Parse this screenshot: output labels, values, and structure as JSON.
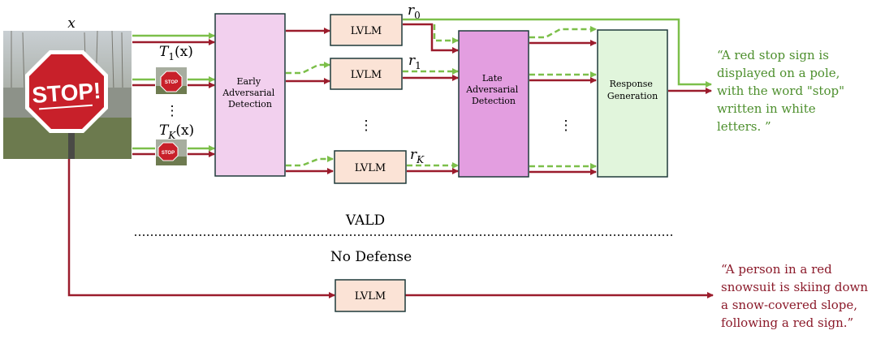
{
  "input_image": {
    "label": "x",
    "sign_text": "STOP!"
  },
  "transforms": {
    "t1_label": "T",
    "t1_sub": "1",
    "t1_arg": "(x)",
    "ellipsis": "⋮",
    "tk_label": "T",
    "tk_sub": "K",
    "tk_arg": "(x)",
    "thumb_text": "STOP"
  },
  "blocks": {
    "early": [
      "Early",
      "Adversarial",
      "Detection"
    ],
    "late": [
      "Late",
      "Adversarial",
      "Detection"
    ],
    "response": [
      "Response",
      "Generation"
    ],
    "lvlm": "LVLM"
  },
  "outputs": {
    "r0": "r",
    "r0_sub": "0",
    "r1": "r",
    "r1_sub": "1",
    "rk": "r",
    "rk_sub": "K"
  },
  "vald_label": "VALD",
  "no_defense_label": "No Defense",
  "vald_output": [
    "“A red stop sign is",
    "displayed on a pole,",
    "with the word \"stop\"",
    "written in white",
    "letters. ”"
  ],
  "no_defense_output": [
    "“A person in a red",
    "snowsuit is skiing down",
    "a snow-covered slope,",
    "following a red sign.”"
  ],
  "colors": {
    "green": "#7cbf4a",
    "red": "#9b1c2c",
    "early_fill": "#f2d0ee",
    "late_fill": "#e39ee0",
    "response_fill": "#e1f5dc",
    "lvlm_fill": "#fbe3d6",
    "green_text": "#4d8f2d",
    "red_text": "#8b1a2a"
  }
}
